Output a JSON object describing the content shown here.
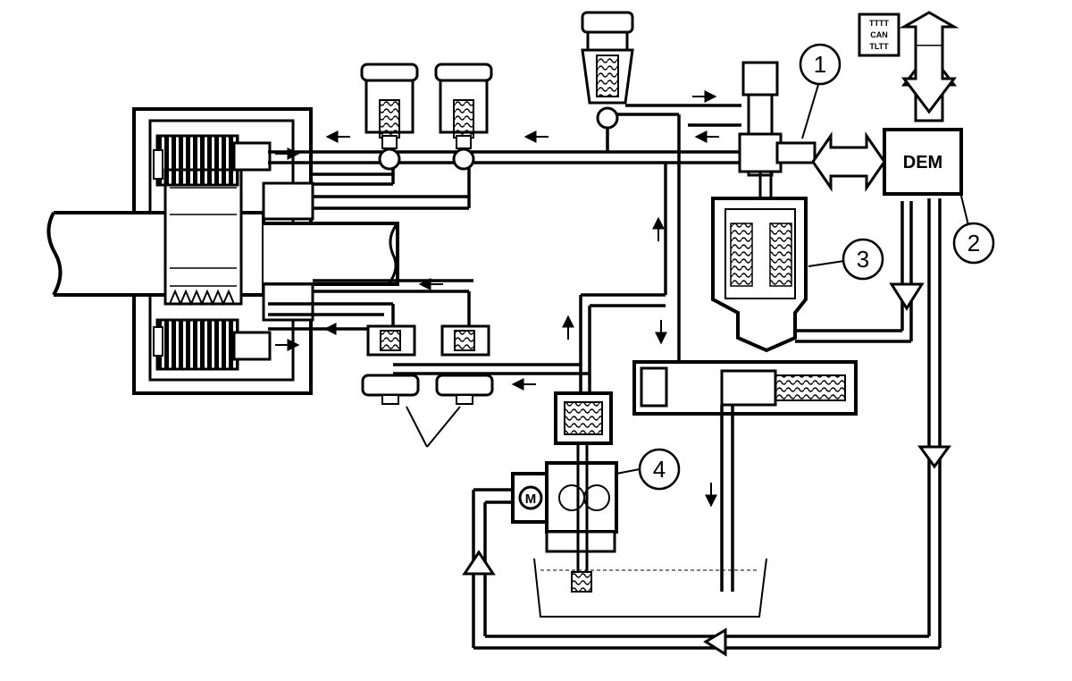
{
  "dem_label": "DEM",
  "callouts": [
    "1",
    "2",
    "3",
    "4"
  ],
  "can_badge": [
    "TTTT",
    "CAN",
    "TLTT"
  ],
  "motor_label": "M",
  "colors": {
    "line": "#000000",
    "background": "#ffffff"
  }
}
